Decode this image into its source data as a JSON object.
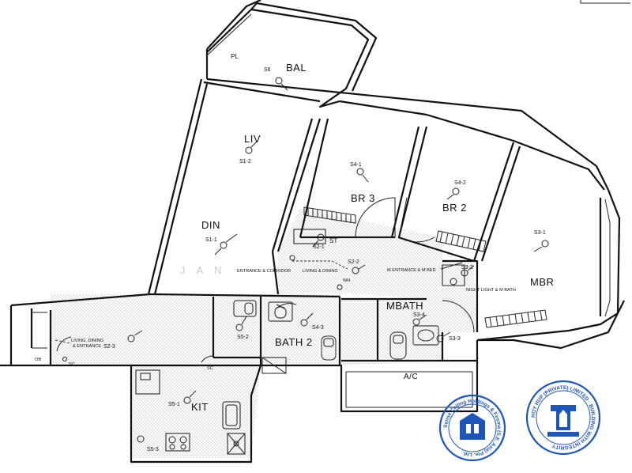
{
  "rooms": {
    "bal": "BAL",
    "liv": "LIV",
    "din": "DIN",
    "br3": "BR 3",
    "br2": "BR 2",
    "mbr": "MBR",
    "mbath": "MBATH",
    "bath2": "BATH 2",
    "kit": "KIT",
    "ac": "A/C",
    "st": "ST",
    "pl": "PL"
  },
  "switches": {
    "s6": "S6",
    "s1_2": "S1-2",
    "s1_1": "S1-1",
    "s4_1": "S4-1",
    "s4_2": "S4-2",
    "s3_1": "S3-1",
    "s2_1": "S2-1",
    "s2_2": "S2-2",
    "s3_2": "S3-2",
    "s2_3": "S2-3",
    "s5_2": "S5-2",
    "s4_3": "S4-3",
    "s3_4": "S3-4",
    "s3_3": "S3-3",
    "s5_1": "S5-1",
    "s5_3": "S5-3"
  },
  "notes": {
    "entrance_corridor": "ENTRANCE & CORRIDOR",
    "living_dining": "LIVING & DINING",
    "m_entrance_bed": "M ENTRANCE & M BED",
    "night_light_bath": "NIGHT LIGHT & M BATH",
    "living_dining_entrance_1": "LIVING, DINING",
    "living_dining_entrance_2": "& ENTRANCE",
    "ob": "OB",
    "wh": "WH",
    "sc1": "SC",
    "sc2": "SC"
  },
  "watermark": "JAN",
  "stamps": {
    "left_text": "Sense Ceiling Holdings & Fesma (S.E. Asia) Pte. Ltd.",
    "right_text": "HOY HUP (PRIVATE) LIMITED · BUILDING WITH INTEGRITY"
  },
  "colors": {
    "stamp_blue": "#1e56b8",
    "line": "#111111",
    "hatch": "#8a8a8a"
  }
}
